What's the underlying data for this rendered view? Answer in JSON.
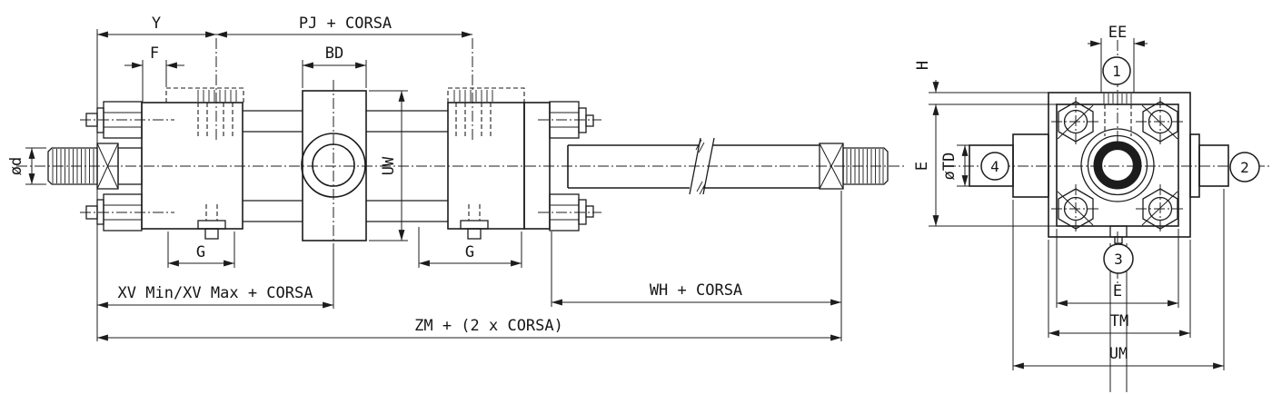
{
  "drawing": {
    "background": "#ffffff",
    "line_color": "#1c1c1c",
    "side_view": {
      "dims": {
        "y": "Y",
        "pj": "PJ + CORSA",
        "f": "F",
        "bd": "BD",
        "uw": "UW",
        "rod_dia": "ød",
        "g_left": "G",
        "g_right": "G",
        "xv": "XV Min/XV Max + CORSA",
        "wh": "WH + CORSA",
        "zm": "ZM + (2 x CORSA)"
      }
    },
    "front_view": {
      "dims": {
        "ee": "EE",
        "h": "H",
        "e_vertical": "E",
        "td": "øTD",
        "e_bottom": "E",
        "tm": "TM",
        "um": "UM"
      },
      "ports": [
        "1",
        "2",
        "3",
        "4"
      ]
    }
  }
}
